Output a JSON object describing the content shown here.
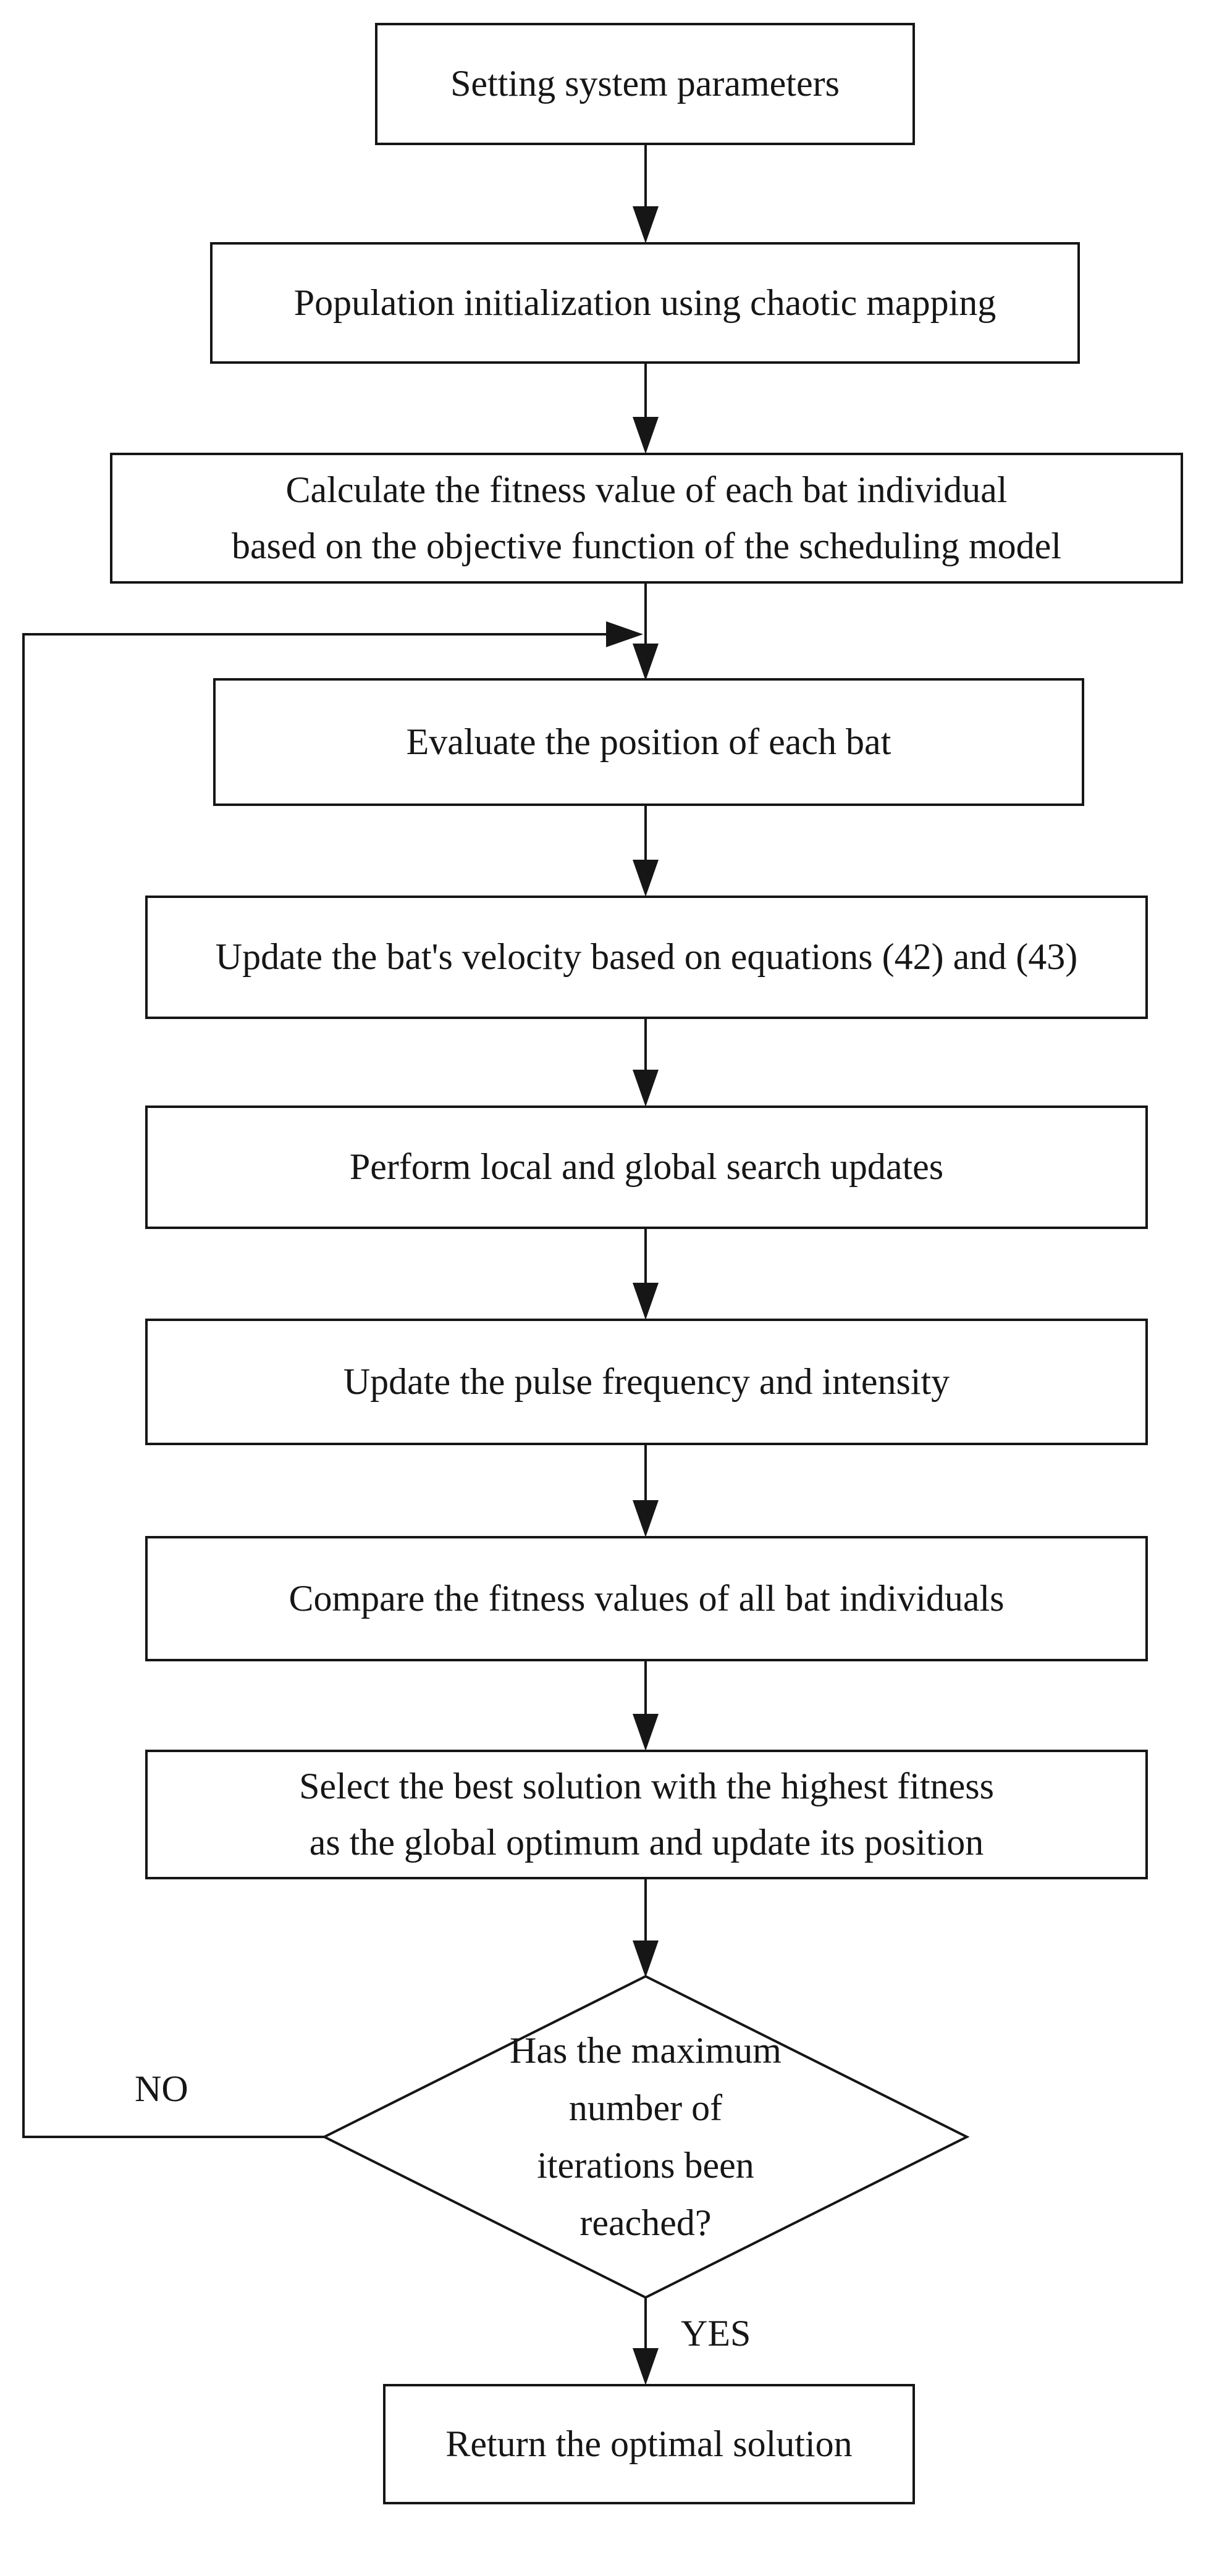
{
  "flowchart": {
    "nodes": [
      {
        "id": "setting-system-parameters",
        "shape": "rect",
        "label": "Setting system parameters"
      },
      {
        "id": "population-initialization",
        "shape": "rect",
        "label": "Population initialization using chaotic mapping"
      },
      {
        "id": "calculate-fitness",
        "shape": "rect",
        "label": "Calculate the fitness value of each bat individual\nbased on the objective function of the scheduling model"
      },
      {
        "id": "evaluate-position",
        "shape": "rect",
        "label": "Evaluate the position of each bat"
      },
      {
        "id": "update-velocity",
        "shape": "rect",
        "label": "Update the bat's velocity based on equations (42) and (43)"
      },
      {
        "id": "local-global-search",
        "shape": "rect",
        "label": "Perform local and global search updates"
      },
      {
        "id": "update-pulse",
        "shape": "rect",
        "label": "Update the pulse frequency and intensity"
      },
      {
        "id": "compare-fitness",
        "shape": "rect",
        "label": "Compare the fitness values of all bat individuals"
      },
      {
        "id": "select-best-solution",
        "shape": "rect",
        "label": "Select the best solution with the highest fitness\nas the global optimum and update its position"
      },
      {
        "id": "max-iterations-decision",
        "shape": "diamond",
        "label": "Has the maximum\nnumber of\niterations been\nreached?"
      },
      {
        "id": "return-optimal-solution",
        "shape": "rect",
        "label": "Return the optimal solution"
      }
    ],
    "branch_labels": {
      "no": "NO",
      "yes": "YES"
    },
    "colors": {
      "line": "#161616",
      "node_fill": "#ffffff",
      "text": "#161616",
      "background": "#ffffff"
    }
  }
}
